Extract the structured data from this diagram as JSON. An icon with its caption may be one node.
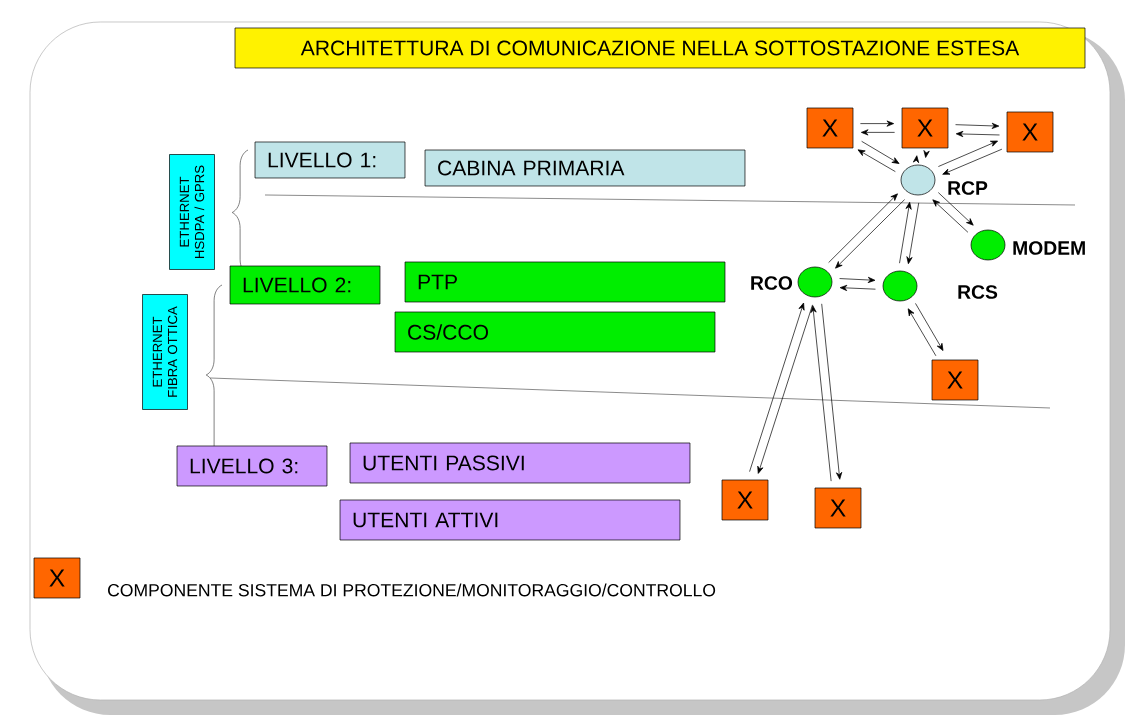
{
  "diagram": {
    "title": "ARCHITETTURA DI COMUNICAZIONE NELLA SOTTOSTAZIONE ESTESA",
    "nodes": [
      {
        "text": [
          "ETHERNET HSDPA / GPRS"
        ]
      },
      {
        "text": [
          "ETHERNET FIBRA OTTICA"
        ]
      },
      {
        "text": [
          "LIVELLO 1:"
        ]
      },
      {
        "text": [
          "CABINA PRIMARIA"
        ]
      },
      {
        "text": [
          "LIVELLO 2:"
        ]
      },
      {
        "text": [
          "PTP"
        ]
      },
      {
        "text": [
          "CS/CCO"
        ]
      },
      {
        "text": [
          "LIVELLO 3:"
        ]
      },
      {
        "text": [
          "UTENTI PASSIVI"
        ]
      },
      {
        "text": [
          "UTENTI ATTIVI"
        ]
      },
      {
        "text": [
          "X"
        ]
      },
      {
        "text": [
          "X"
        ]
      },
      {
        "text": [
          "X"
        ]
      },
      {
        "text": [],
        "shape": "circle",
        "beside": [
          "RCP"
        ]
      },
      {
        "text": [],
        "shape": "circle",
        "beside": [
          "MODEM"
        ]
      },
      {
        "text": [],
        "shape": "circle",
        "beside": [
          "RCO"
        ]
      },
      {
        "text": [],
        "shape": "circle",
        "beside": [
          "RCS"
        ]
      },
      {
        "text": [
          "X"
        ]
      },
      {
        "text": [
          "X"
        ]
      },
      {
        "text": [
          "X"
        ]
      },
      {
        "text": [
          "X"
        ],
        "beside": [
          "COMPONENTE SISTEMA DI PROTEZIONE/MONITORAGGIO/CONTROLLO"
        ]
      }
    ],
    "edges": [
      {
        "from": 10,
        "to": 11,
        "arrow": "to"
      },
      {
        "from": 11,
        "to": 10,
        "arrow": "to"
      },
      {
        "from": 11,
        "to": 12,
        "arrow": "to"
      },
      {
        "from": 12,
        "to": 11,
        "arrow": "to"
      },
      {
        "from": 10,
        "to": 13,
        "arrow": "to"
      },
      {
        "from": 13,
        "to": 10,
        "arrow": "to"
      },
      {
        "from": 11,
        "to": 13,
        "arrow": "to"
      },
      {
        "from": 13,
        "to": 11,
        "arrow": "to"
      },
      {
        "from": 12,
        "to": 13,
        "arrow": "to"
      },
      {
        "from": 13,
        "to": 12,
        "arrow": "to"
      },
      {
        "from": 13,
        "to": 15,
        "arrow": "to"
      },
      {
        "from": 15,
        "to": 13,
        "arrow": "to"
      },
      {
        "from": 13,
        "to": 16,
        "arrow": "to"
      },
      {
        "from": 16,
        "to": 13,
        "arrow": "to"
      },
      {
        "from": 13,
        "to": 14,
        "arrow": "to"
      },
      {
        "from": 14,
        "to": 13,
        "arrow": "to"
      },
      {
        "from": 15,
        "to": 16,
        "arrow": "to"
      },
      {
        "from": 16,
        "to": 15,
        "arrow": "to"
      },
      {
        "from": 16,
        "to": 17,
        "arrow": "to"
      },
      {
        "from": 17,
        "to": 16,
        "arrow": "to"
      },
      {
        "from": 15,
        "to": 18,
        "arrow": "to"
      },
      {
        "from": 18,
        "to": 15,
        "arrow": "to"
      },
      {
        "from": 15,
        "to": 19,
        "arrow": "to"
      },
      {
        "from": 19,
        "to": 15,
        "arrow": "to"
      }
    ]
  }
}
